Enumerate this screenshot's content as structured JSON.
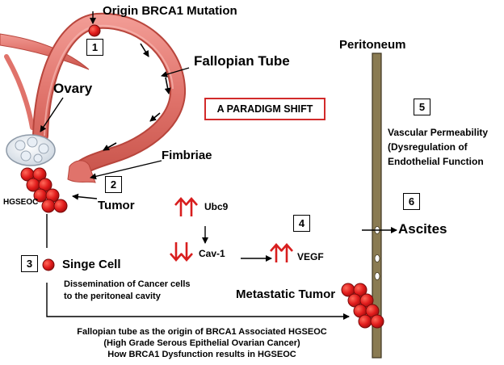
{
  "labels": {
    "origin": "Origin BRCA1 Mutation",
    "fallopian_tube": "Fallopian Tube",
    "ovary": "Ovary",
    "fimbriae": "Fimbriae",
    "tumor": "Tumor",
    "hgseoc": "HGSEOC",
    "single_cell": "Singe Cell",
    "dissemination_1": "Dissemination of Cancer cells",
    "dissemination_2": "to the peritoneal cavity",
    "paradigm": "A PARADIGM SHIFT",
    "ubc9": "Ubc9",
    "cav1": "Cav-1",
    "vegf": "VEGF",
    "peritoneum": "Peritoneum",
    "vascular_1": "Vascular Permeability",
    "vascular_2": "(Dysregulation of",
    "vascular_3": "Endothelial Function",
    "ascites": "Ascites",
    "metastatic": "Metastatic Tumor",
    "caption_1": "Fallopian tube as the origin of BRCA1 Associated HGSEOC",
    "caption_2": "(High Grade Serous Epithelial Ovarian Cancer)",
    "caption_3": "How BRCA1 Dysfunction results in HGSEOC"
  },
  "steps": [
    "1",
    "2",
    "3",
    "4",
    "5",
    "6"
  ],
  "colors": {
    "tube": "#e0736b",
    "tube_edge": "#b8453c",
    "cell": "#e01b1b",
    "arrow_up_down": "#d81e1e",
    "peritoneum": "#8a7b52",
    "box_border_red": "#d22a2a"
  }
}
